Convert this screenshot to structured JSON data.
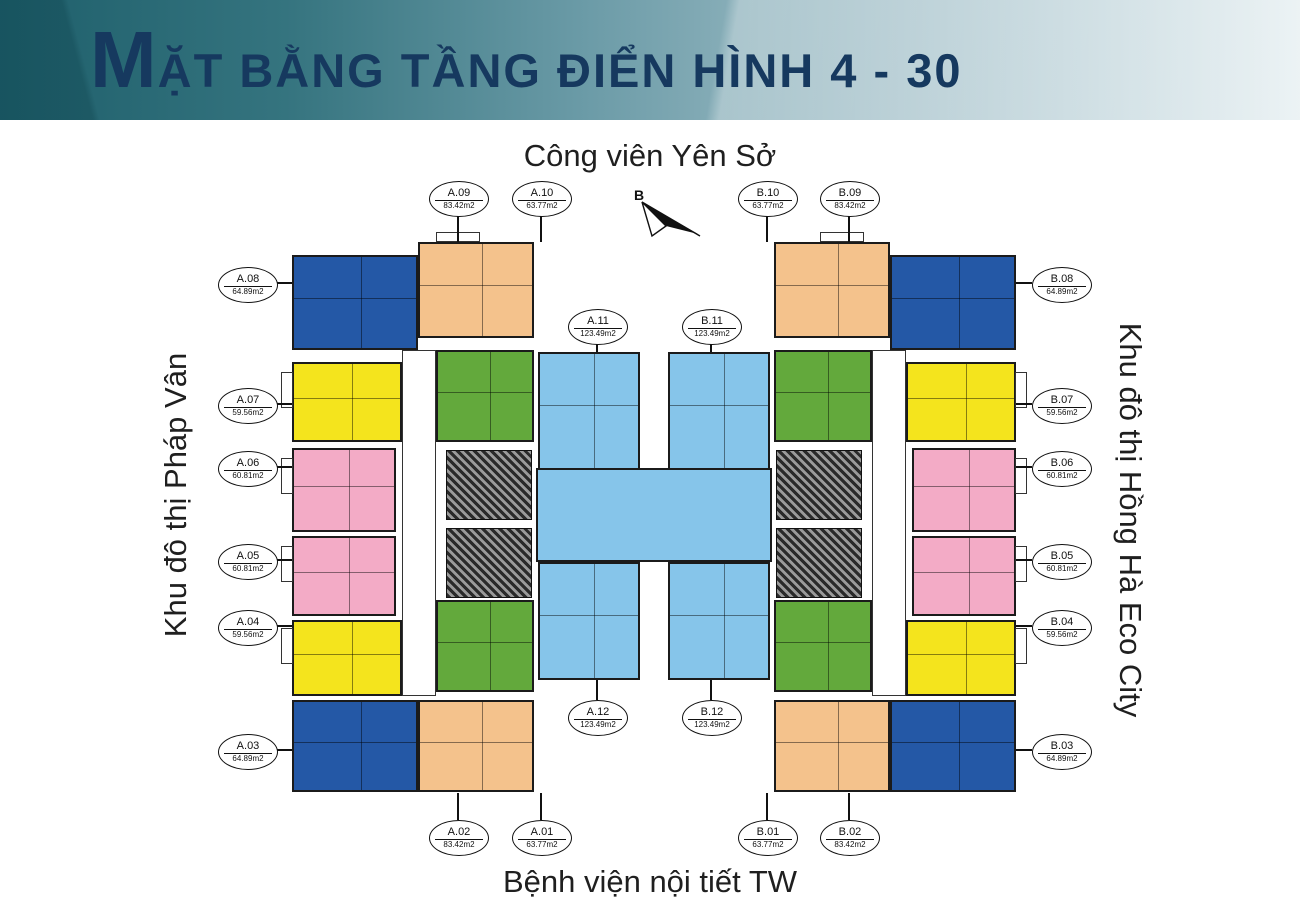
{
  "header": {
    "title_drop": "M",
    "title_rest": "ẶT BẰNG TẦNG ĐIỂN HÌNH 4 - 30"
  },
  "surroundings": {
    "top": "Công viên Yên Sở",
    "left": "Khu đô thị Pháp Vân",
    "right": "Khu đô thị Hồng Hà Eco City",
    "bottom": "Bệnh viện nội tiết TW"
  },
  "compass": {
    "label": "B"
  },
  "units": [
    {
      "id": "A.09",
      "area": "83.42m2"
    },
    {
      "id": "A.10",
      "area": "63.77m2"
    },
    {
      "id": "B.10",
      "area": "63.77m2"
    },
    {
      "id": "B.09",
      "area": "83.42m2"
    },
    {
      "id": "A.08",
      "area": "64.89m2"
    },
    {
      "id": "B.08",
      "area": "64.89m2"
    },
    {
      "id": "A.11",
      "area": "123.49m2"
    },
    {
      "id": "B.11",
      "area": "123.49m2"
    },
    {
      "id": "A.07",
      "area": "59.56m2"
    },
    {
      "id": "B.07",
      "area": "59.56m2"
    },
    {
      "id": "A.06",
      "area": "60.81m2"
    },
    {
      "id": "B.06",
      "area": "60.81m2"
    },
    {
      "id": "A.05",
      "area": "60.81m2"
    },
    {
      "id": "B.05",
      "area": "60.81m2"
    },
    {
      "id": "A.04",
      "area": "59.56m2"
    },
    {
      "id": "B.04",
      "area": "59.56m2"
    },
    {
      "id": "A.03",
      "area": "64.89m2"
    },
    {
      "id": "B.03",
      "area": "64.89m2"
    },
    {
      "id": "A.12",
      "area": "123.49m2"
    },
    {
      "id": "B.12",
      "area": "123.49m2"
    },
    {
      "id": "A.02",
      "area": "83.42m2"
    },
    {
      "id": "A.01",
      "area": "63.77m2"
    },
    {
      "id": "B.01",
      "area": "63.77m2"
    },
    {
      "id": "B.02",
      "area": "83.42m2"
    }
  ],
  "colors": {
    "corner_unit_blue": "#2458a6",
    "large_unit_orange": "#f4c28c",
    "mid_unit_green": "#63a93c",
    "small_unit_yellow": "#f4e41d",
    "small_unit_pink": "#f3abc6",
    "center_unit_lightblue": "#86c5ea",
    "banner_teal_dark": "#1e5f6b",
    "banner_teal_light": "#e9f1f3",
    "title_navy": "#16395f"
  }
}
